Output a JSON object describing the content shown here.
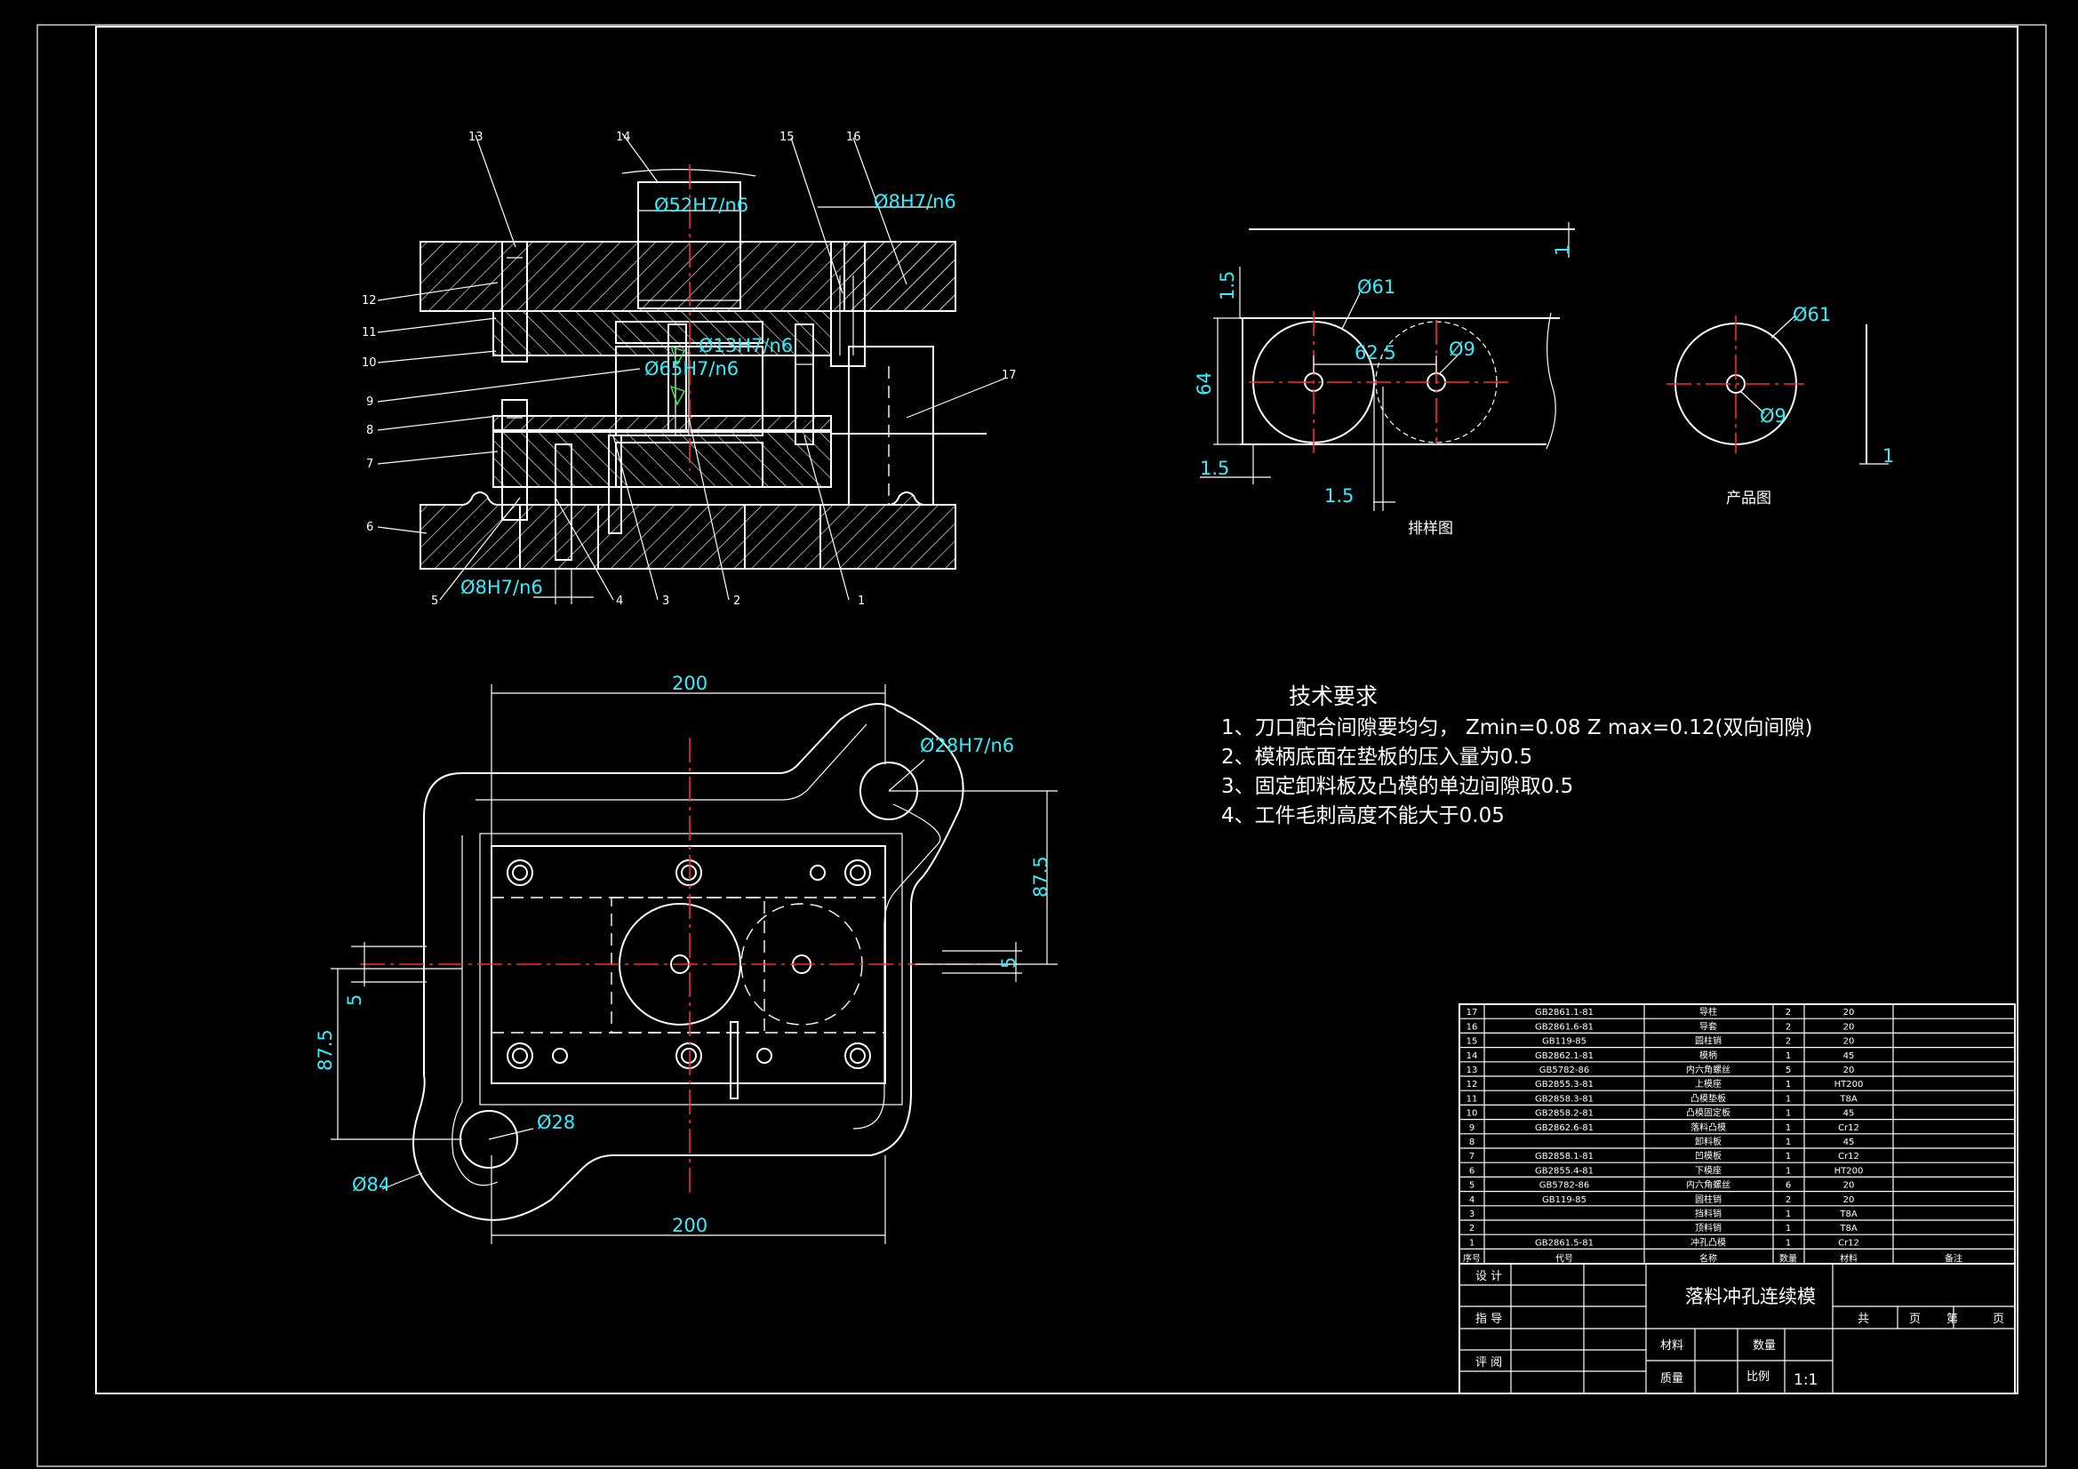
{
  "assembly": {
    "part_labels": [
      "1",
      "2",
      "3",
      "4",
      "5",
      "6",
      "7",
      "8",
      "9",
      "10",
      "11",
      "12",
      "13",
      "14",
      "15",
      "16",
      "17"
    ],
    "fits": {
      "shank": "Ø52H7/n6",
      "guide_bush": "Ø8H7/n6",
      "punch_small": "Ø13H7/n6",
      "punch_large": "Ø65H7/n6",
      "pin_lower": "Ø8H7/n6"
    }
  },
  "plan": {
    "width_top": "200",
    "width_bottom": "200",
    "height_right": "87.5",
    "height_left": "87.5",
    "offset_right": "5",
    "offset_left": "5",
    "hole_upper": "Ø28H7/n6",
    "hole_lower": "Ø28",
    "radius_outer": "Ø84"
  },
  "strip_layout": {
    "title": "排样图",
    "dia_blank": "Ø61",
    "dia_hole": "Ø9",
    "pitch": "62.5",
    "width": "64",
    "edge_top": "1.5",
    "edge_left": "1.5",
    "edge_bottom": "1.5",
    "thickness": "1"
  },
  "product": {
    "title": "产品图",
    "dia_outer": "Ø61",
    "dia_inner": "Ø9",
    "thickness": "1"
  },
  "requirements": {
    "title": "技术要求",
    "items": [
      "1、刀口配合间隙要均匀， Zmin=0.08  Z  max=0.12(双向间隙)",
      "2、模柄底面在垫板的压入量为0.5",
      "3、固定卸料板及凸模的单边间隙取0.5",
      "4、工件毛刺高度不能大于0.05"
    ]
  },
  "bom": {
    "rows": [
      {
        "no": "17",
        "code": "GB2861.1-81",
        "name": "导柱",
        "qty": "2",
        "mat": "20"
      },
      {
        "no": "16",
        "code": "GB2861.6-81",
        "name": "导套",
        "qty": "2",
        "mat": "20"
      },
      {
        "no": "15",
        "code": "GB119-85",
        "name": "圆柱销",
        "qty": "2",
        "mat": "20"
      },
      {
        "no": "14",
        "code": "GB2862.1-81",
        "name": "模柄",
        "qty": "1",
        "mat": "45"
      },
      {
        "no": "13",
        "code": "GB5782-86",
        "name": "内六角螺丝",
        "qty": "5",
        "mat": "20"
      },
      {
        "no": "12",
        "code": "GB2855.3-81",
        "name": "上模座",
        "qty": "1",
        "mat": "HT200"
      },
      {
        "no": "11",
        "code": "GB2858.3-81",
        "name": "凸模垫板",
        "qty": "1",
        "mat": "T8A"
      },
      {
        "no": "10",
        "code": "GB2858.2-81",
        "name": "凸模固定板",
        "qty": "1",
        "mat": "45"
      },
      {
        "no": "9",
        "code": "GB2862.6-81",
        "name": "落料凸模",
        "qty": "1",
        "mat": "Cr12"
      },
      {
        "no": "8",
        "code": "",
        "name": "卸料板",
        "qty": "1",
        "mat": "45"
      },
      {
        "no": "7",
        "code": "GB2858.1-81",
        "name": "凹模板",
        "qty": "1",
        "mat": "Cr12"
      },
      {
        "no": "6",
        "code": "GB2855.4-81",
        "name": "下模座",
        "qty": "1",
        "mat": "HT200"
      },
      {
        "no": "5",
        "code": "GB5782-86",
        "name": "内六角螺丝",
        "qty": "6",
        "mat": "20"
      },
      {
        "no": "4",
        "code": "GB119-85",
        "name": "圆柱销",
        "qty": "2",
        "mat": "20"
      },
      {
        "no": "3",
        "code": "",
        "name": "挡料销",
        "qty": "1",
        "mat": "T8A"
      },
      {
        "no": "2",
        "code": "",
        "name": "顶料销",
        "qty": "1",
        "mat": "T8A"
      },
      {
        "no": "1",
        "code": "GB2861.5-81",
        "name": "冲孔凸模",
        "qty": "1",
        "mat": "Cr12"
      }
    ],
    "header": {
      "no": "序号",
      "code": "代号",
      "name": "名称",
      "qty": "数量",
      "mat": "材料",
      "note": "备注"
    }
  },
  "title_block": {
    "drawing_name": "落料冲孔连续模",
    "design": "设 计",
    "guide": "指 导",
    "review": "评 阅",
    "material": "材料",
    "quantity": "数量",
    "weight": "质量",
    "scale_label": "比例",
    "scale": "1:1",
    "total": "共",
    "sheet_unit": "页",
    "page": "第",
    "page_unit": "页"
  }
}
